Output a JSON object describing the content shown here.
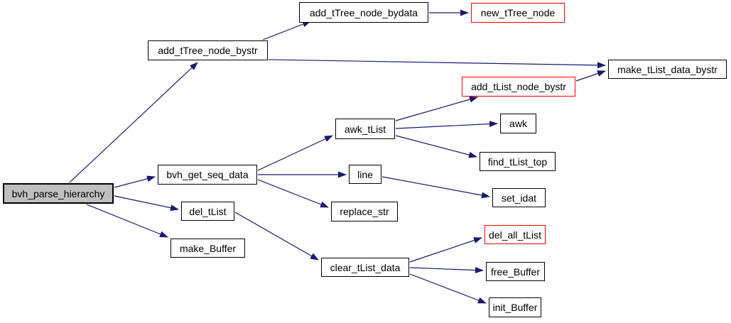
{
  "diagram": {
    "type": "call-graph",
    "background_color": "#ffffff",
    "edge_color": "#191970",
    "node_border_color": "#000000",
    "red_node_border_color": "#ff0000",
    "focus_node_fill": "#bfbfbf",
    "nodes": [
      {
        "id": "bvh_parse_hierarchy",
        "label": "bvh_parse_hierarchy",
        "style": "focus"
      },
      {
        "id": "add_tTree_node_bystr",
        "label": "add_tTree_node_bystr",
        "style": "normal"
      },
      {
        "id": "add_tTree_node_bydata",
        "label": "add_tTree_node_bydata",
        "style": "normal"
      },
      {
        "id": "new_tTree_node",
        "label": "new_tTree_node",
        "style": "red"
      },
      {
        "id": "make_tList_data_bystr",
        "label": "make_tList_data_bystr",
        "style": "normal"
      },
      {
        "id": "add_tList_node_bystr",
        "label": "add_tList_node_bystr",
        "style": "red"
      },
      {
        "id": "awk_tList",
        "label": "awk_tList",
        "style": "normal"
      },
      {
        "id": "awk",
        "label": "awk",
        "style": "normal"
      },
      {
        "id": "find_tList_top",
        "label": "find_tList_top",
        "style": "normal"
      },
      {
        "id": "bvh_get_seq_data",
        "label": "bvh_get_seq_data",
        "style": "normal"
      },
      {
        "id": "line",
        "label": "line",
        "style": "normal"
      },
      {
        "id": "set_idat",
        "label": "set_idat",
        "style": "normal"
      },
      {
        "id": "replace_str",
        "label": "replace_str",
        "style": "normal"
      },
      {
        "id": "del_tList",
        "label": "del_tList",
        "style": "normal"
      },
      {
        "id": "make_Buffer",
        "label": "make_Buffer",
        "style": "normal"
      },
      {
        "id": "clear_tList_data",
        "label": "clear_tList_data",
        "style": "normal"
      },
      {
        "id": "del_all_tList",
        "label": "del_all_tList",
        "style": "red"
      },
      {
        "id": "free_Buffer",
        "label": "free_Buffer",
        "style": "normal"
      },
      {
        "id": "init_Buffer",
        "label": "init_Buffer",
        "style": "normal"
      }
    ],
    "edges": [
      {
        "from": "bvh_parse_hierarchy",
        "to": "add_tTree_node_bystr"
      },
      {
        "from": "bvh_parse_hierarchy",
        "to": "bvh_get_seq_data"
      },
      {
        "from": "bvh_parse_hierarchy",
        "to": "del_tList"
      },
      {
        "from": "bvh_parse_hierarchy",
        "to": "make_Buffer"
      },
      {
        "from": "add_tTree_node_bystr",
        "to": "add_tTree_node_bydata"
      },
      {
        "from": "add_tTree_node_bystr",
        "to": "make_tList_data_bystr"
      },
      {
        "from": "add_tTree_node_bydata",
        "to": "new_tTree_node"
      },
      {
        "from": "add_tList_node_bystr",
        "to": "make_tList_data_bystr"
      },
      {
        "from": "awk_tList",
        "to": "add_tList_node_bystr"
      },
      {
        "from": "awk_tList",
        "to": "awk"
      },
      {
        "from": "awk_tList",
        "to": "find_tList_top"
      },
      {
        "from": "bvh_get_seq_data",
        "to": "awk_tList"
      },
      {
        "from": "bvh_get_seq_data",
        "to": "line"
      },
      {
        "from": "bvh_get_seq_data",
        "to": "replace_str"
      },
      {
        "from": "line",
        "to": "set_idat"
      },
      {
        "from": "del_tList",
        "to": "clear_tList_data"
      },
      {
        "from": "clear_tList_data",
        "to": "del_all_tList"
      },
      {
        "from": "clear_tList_data",
        "to": "free_Buffer"
      },
      {
        "from": "clear_tList_data",
        "to": "init_Buffer"
      }
    ]
  }
}
